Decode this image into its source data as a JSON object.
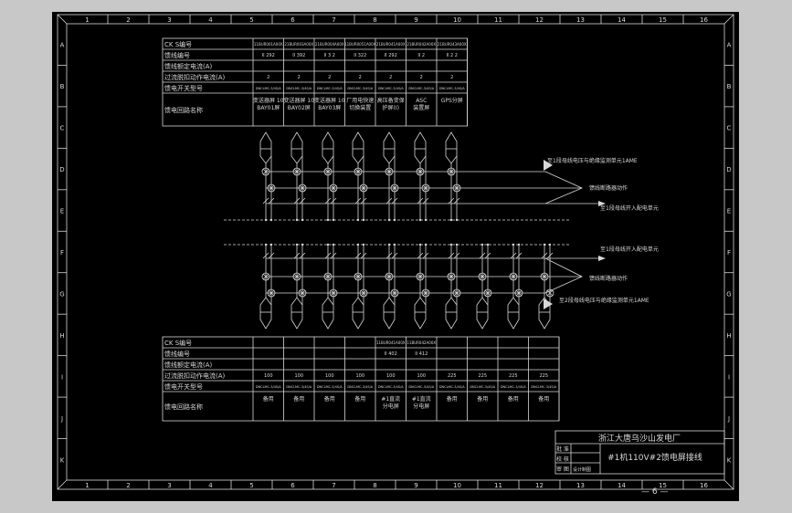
{
  "frame": {
    "columns": [
      "1",
      "2",
      "3",
      "4",
      "5",
      "6",
      "7",
      "8",
      "9",
      "10",
      "11",
      "12",
      "13",
      "14",
      "15",
      "16"
    ],
    "rows": [
      "A",
      "B",
      "C",
      "D",
      "E",
      "F",
      "G",
      "H",
      "I",
      "J",
      "K"
    ]
  },
  "top_table": {
    "labels": [
      "CK S编号",
      "馈线编号",
      "馈线额定电流(A)",
      "过流脱扣动作电流(A)",
      "馈电开关型号",
      "馈电回路名称"
    ],
    "ck": [
      "11BUR001A00X",
      "21BUR003A00X",
      "21BUR004A00X",
      "11BUR0051A00X",
      "21BUR041A00X",
      "21BUR042A00X",
      "21BUR043A00X"
    ],
    "feeder": [
      "II 292",
      "II 392",
      "II 3 2",
      "II 322",
      "II 292",
      "II 2",
      "II 2 2"
    ],
    "trip": [
      "2",
      "2",
      "2",
      "2",
      "2",
      "2",
      "2"
    ],
    "model": [
      "DNCLMC-3/4S/A",
      "DNCLMC-3/4S/A",
      "DNCLMC-3/4S/A",
      "DNCLMC-3/4S/A",
      "DNCLMC-3/4S/A",
      "DNCLMC-3/4S/A",
      "DNCLMC-3/4S/A"
    ],
    "circuit": [
      "变送器屏 10BAY01屏",
      "变送器屏 10BAY02屏",
      "变送器屏 10BAY03屏",
      "厂用电快速切换装置",
      "高压备变保护屏(I)",
      "ASC装置屏",
      "GPS分屏"
    ]
  },
  "bottom_table": {
    "labels": [
      "CK S编号",
      "馈线编号",
      "馈线额定电流(A)",
      "过流脱扣动作电流(A)",
      "馈电开关型号",
      "馈电回路名称"
    ],
    "ck": [
      "",
      "",
      "",
      "",
      "11BUR041A00X",
      "11BUR042A00X",
      "",
      "",
      "",
      ""
    ],
    "feeder": [
      "",
      "",
      "",
      "",
      "II 402",
      "II 412",
      "",
      "",
      "",
      ""
    ],
    "trip": [
      "100",
      "100",
      "100",
      "100",
      "100",
      "100",
      "225",
      "225",
      "225",
      "225"
    ],
    "model": [
      "DNCLMC-3/4S/A",
      "DNCLMC-3/4S/A",
      "DNCLMC-3/4S/A",
      "DNCLMC-3/4S/A",
      "DNCLMC-3/4S/A",
      "DNCLMC-3/4S/A",
      "DNCLMC-3/4S/A",
      "DNCLMC-3/4S/A",
      "DNCLMC-3/4S/A",
      "DNCLMC-3/4S/A"
    ],
    "circuit": [
      "备用",
      "备用",
      "备用",
      "备用",
      "#1直流分电屏",
      "#1直流分电屏",
      "备用",
      "备用",
      "备用",
      "备用"
    ]
  },
  "annotations": {
    "top_voltage": "至1段母线电压与绝缘监测单元1AME",
    "top_breaker": "馈线断路器动作",
    "top_ammeter": "至1段母线开入配电单元",
    "bot_ammeter": "至1段母线开入配电单元",
    "bot_breaker": "馈线断路器动作",
    "bot_voltage": "至2段母线电压与绝缘监测单元1AME"
  },
  "title_block": {
    "company": "浙江大唐乌沙山发电厂",
    "drawing": "#1机110V#2馈电屏接线",
    "row1": "批 准",
    "row2": "校 核",
    "row3": "审 图",
    "row3b": "设计制图"
  },
  "page_number": "— 6 —"
}
